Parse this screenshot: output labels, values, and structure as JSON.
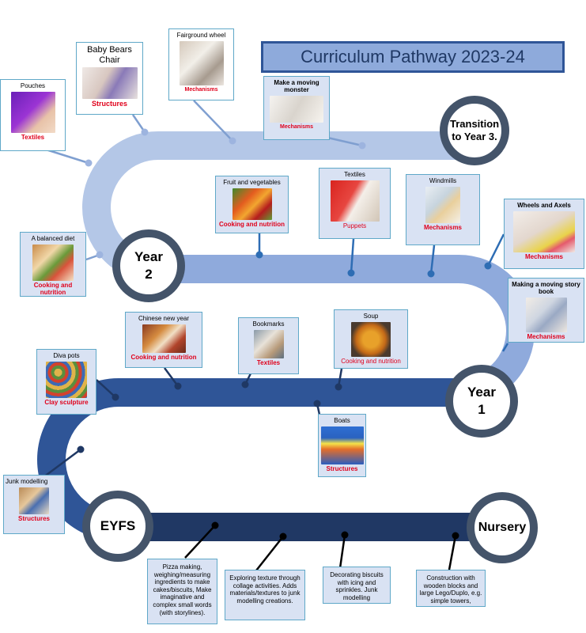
{
  "title": "Curriculum Pathway 2023-24",
  "milestones": {
    "transition": "Transition to Year 3.",
    "year2": "Year 2",
    "year1": "Year 1",
    "eyfs": "EYFS",
    "nursery": "Nursery"
  },
  "cards": {
    "pouches": {
      "label": "Pouches",
      "sub": "Textiles"
    },
    "baby_bears_chair": {
      "label": "Baby Bears Chair",
      "sub": "Structures"
    },
    "fairground_wheel": {
      "label": "Fairground wheel",
      "sub": "Mechanisms"
    },
    "moving_monster": {
      "label": "Make a moving monster",
      "sub": "Mechanisms"
    },
    "fruit_veg": {
      "label": "Fruit and vegetables",
      "sub": "Cooking and nutrition"
    },
    "textiles_puppets": {
      "label": "Textiles",
      "sub": "Puppets"
    },
    "windmills": {
      "label": "Windmills",
      "sub": "Mechanisms"
    },
    "wheels_axels": {
      "label": "Wheels and Axels",
      "sub": "Mechanisms"
    },
    "balanced_diet": {
      "label": "A balanced diet",
      "sub": "Cooking and nutrition"
    },
    "moving_story_book": {
      "label": "Making a moving story book",
      "sub": "Mechanisms"
    },
    "chinese_new_year": {
      "label": "Chinese new year",
      "sub": "Cooking and nutrition"
    },
    "bookmarks": {
      "label": "Bookmarks",
      "sub": "Textiles"
    },
    "soup": {
      "label": "Soup",
      "sub": "Cooking and nutrition"
    },
    "diva_pots": {
      "label": "Diva pots",
      "sub": "Clay sculpture"
    },
    "boats": {
      "label": "Boats",
      "sub": "Structures"
    },
    "junk_modelling": {
      "label": "Junk modelling",
      "sub": "Structures"
    }
  },
  "notes": {
    "pizza": "Pizza making, weighing/measuring ingredients to make cakes/biscuits, Make imaginative and complex small words (with storylines).",
    "texture": "Exploring texture through collage activities. Adds materials/textures to junk modelling creations.",
    "biscuits": "Decorating biscuits with icing and sprinkles. Junk modelling",
    "construction": "Construction with wooden blocks and large Lego/Duplo, e.g. simple towers,"
  },
  "colors": {
    "road_top": "#b4c7e7",
    "road_mid": "#8faadc",
    "road_low": "#2f5597",
    "road_bottom": "#203864",
    "circle_ring": "#44546a",
    "subject_red": "#e0001b"
  },
  "icons": [
    "felt-pouch-photo",
    "chair-craft-photo",
    "wheel-model-photo",
    "monster-craft-photo",
    "fruit-veg-photo",
    "puppet-photo",
    "windmill-photo",
    "wheels-photo",
    "wrap-photo",
    "storybook-photo",
    "food-photo",
    "bookmark-photo",
    "soup-photo",
    "clay-pots-photo",
    "boat-photo",
    "junk-model-photo"
  ]
}
